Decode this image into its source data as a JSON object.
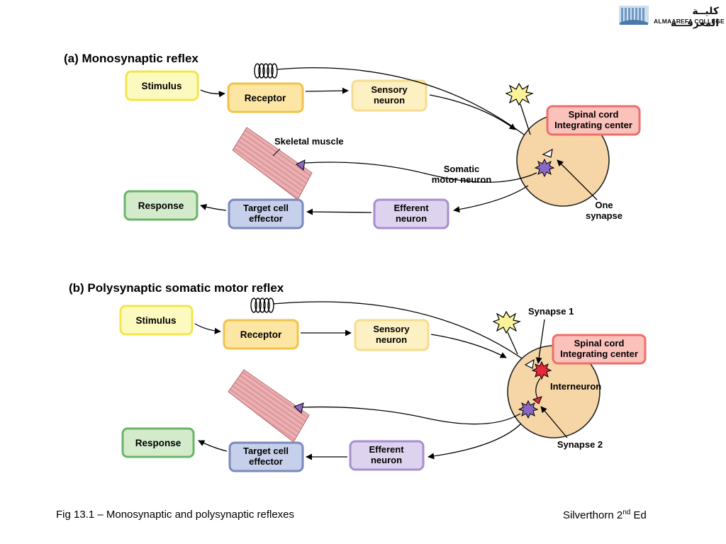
{
  "logo": {
    "arabic": "كليــة المعرفـــة",
    "english": "ALMAAREFA COLLEGE"
  },
  "panel_a": {
    "title": "(a) Monosynaptic reflex",
    "stimulus": "Stimulus",
    "receptor": "Receptor",
    "sensory": [
      "Sensory",
      "neuron"
    ],
    "spinal": [
      "Spinal cord",
      "Integrating center"
    ],
    "muscle_label": "Skeletal muscle",
    "somatic": [
      "Somatic",
      "motor neuron"
    ],
    "one_synapse": [
      "One",
      "synapse"
    ],
    "response": "Response",
    "target": [
      "Target cell",
      "effector"
    ],
    "efferent": [
      "Efferent",
      "neuron"
    ]
  },
  "panel_b": {
    "title": "(b) Polysynaptic somatic motor reflex",
    "stimulus": "Stimulus",
    "receptor": "Receptor",
    "sensory": [
      "Sensory",
      "neuron"
    ],
    "synapse1": "Synapse 1",
    "spinal": [
      "Spinal cord",
      "Integrating center"
    ],
    "interneuron": "Interneuron",
    "synapse2": "Synapse 2",
    "response": "Response",
    "target": [
      "Target cell",
      "effector"
    ],
    "efferent": [
      "Efferent",
      "neuron"
    ]
  },
  "caption": {
    "left": "Fig 13.1 – Monosynaptic and polysynaptic reflexes",
    "right_main": "Silverthorn 2",
    "right_sup": "nd",
    "right_tail": " Ed"
  },
  "colors": {
    "stimulus_fill": "#fdfac0",
    "stimulus_stroke": "#f2e64a",
    "receptor_fill": "#fde6a4",
    "receptor_stroke": "#f2c24a",
    "sensory_fill": "#fdf0c2",
    "sensory_stroke": "#f5dc8e",
    "spinal_fill": "#fbc2bc",
    "spinal_stroke": "#ec6e6a",
    "cord_fill": "#f6d6a7",
    "cord_stroke": "#222222",
    "efferent_fill": "#ddd3ee",
    "efferent_stroke": "#a98ed0",
    "target_fill": "#c6d0ea",
    "target_stroke": "#7a88be",
    "response_fill": "#d3eacb",
    "response_stroke": "#6bb469",
    "muscle": "#e7a7aa",
    "star_yellow": "#fbf39a",
    "star_purple": "#8b68c2",
    "star_red": "#e6283a"
  }
}
